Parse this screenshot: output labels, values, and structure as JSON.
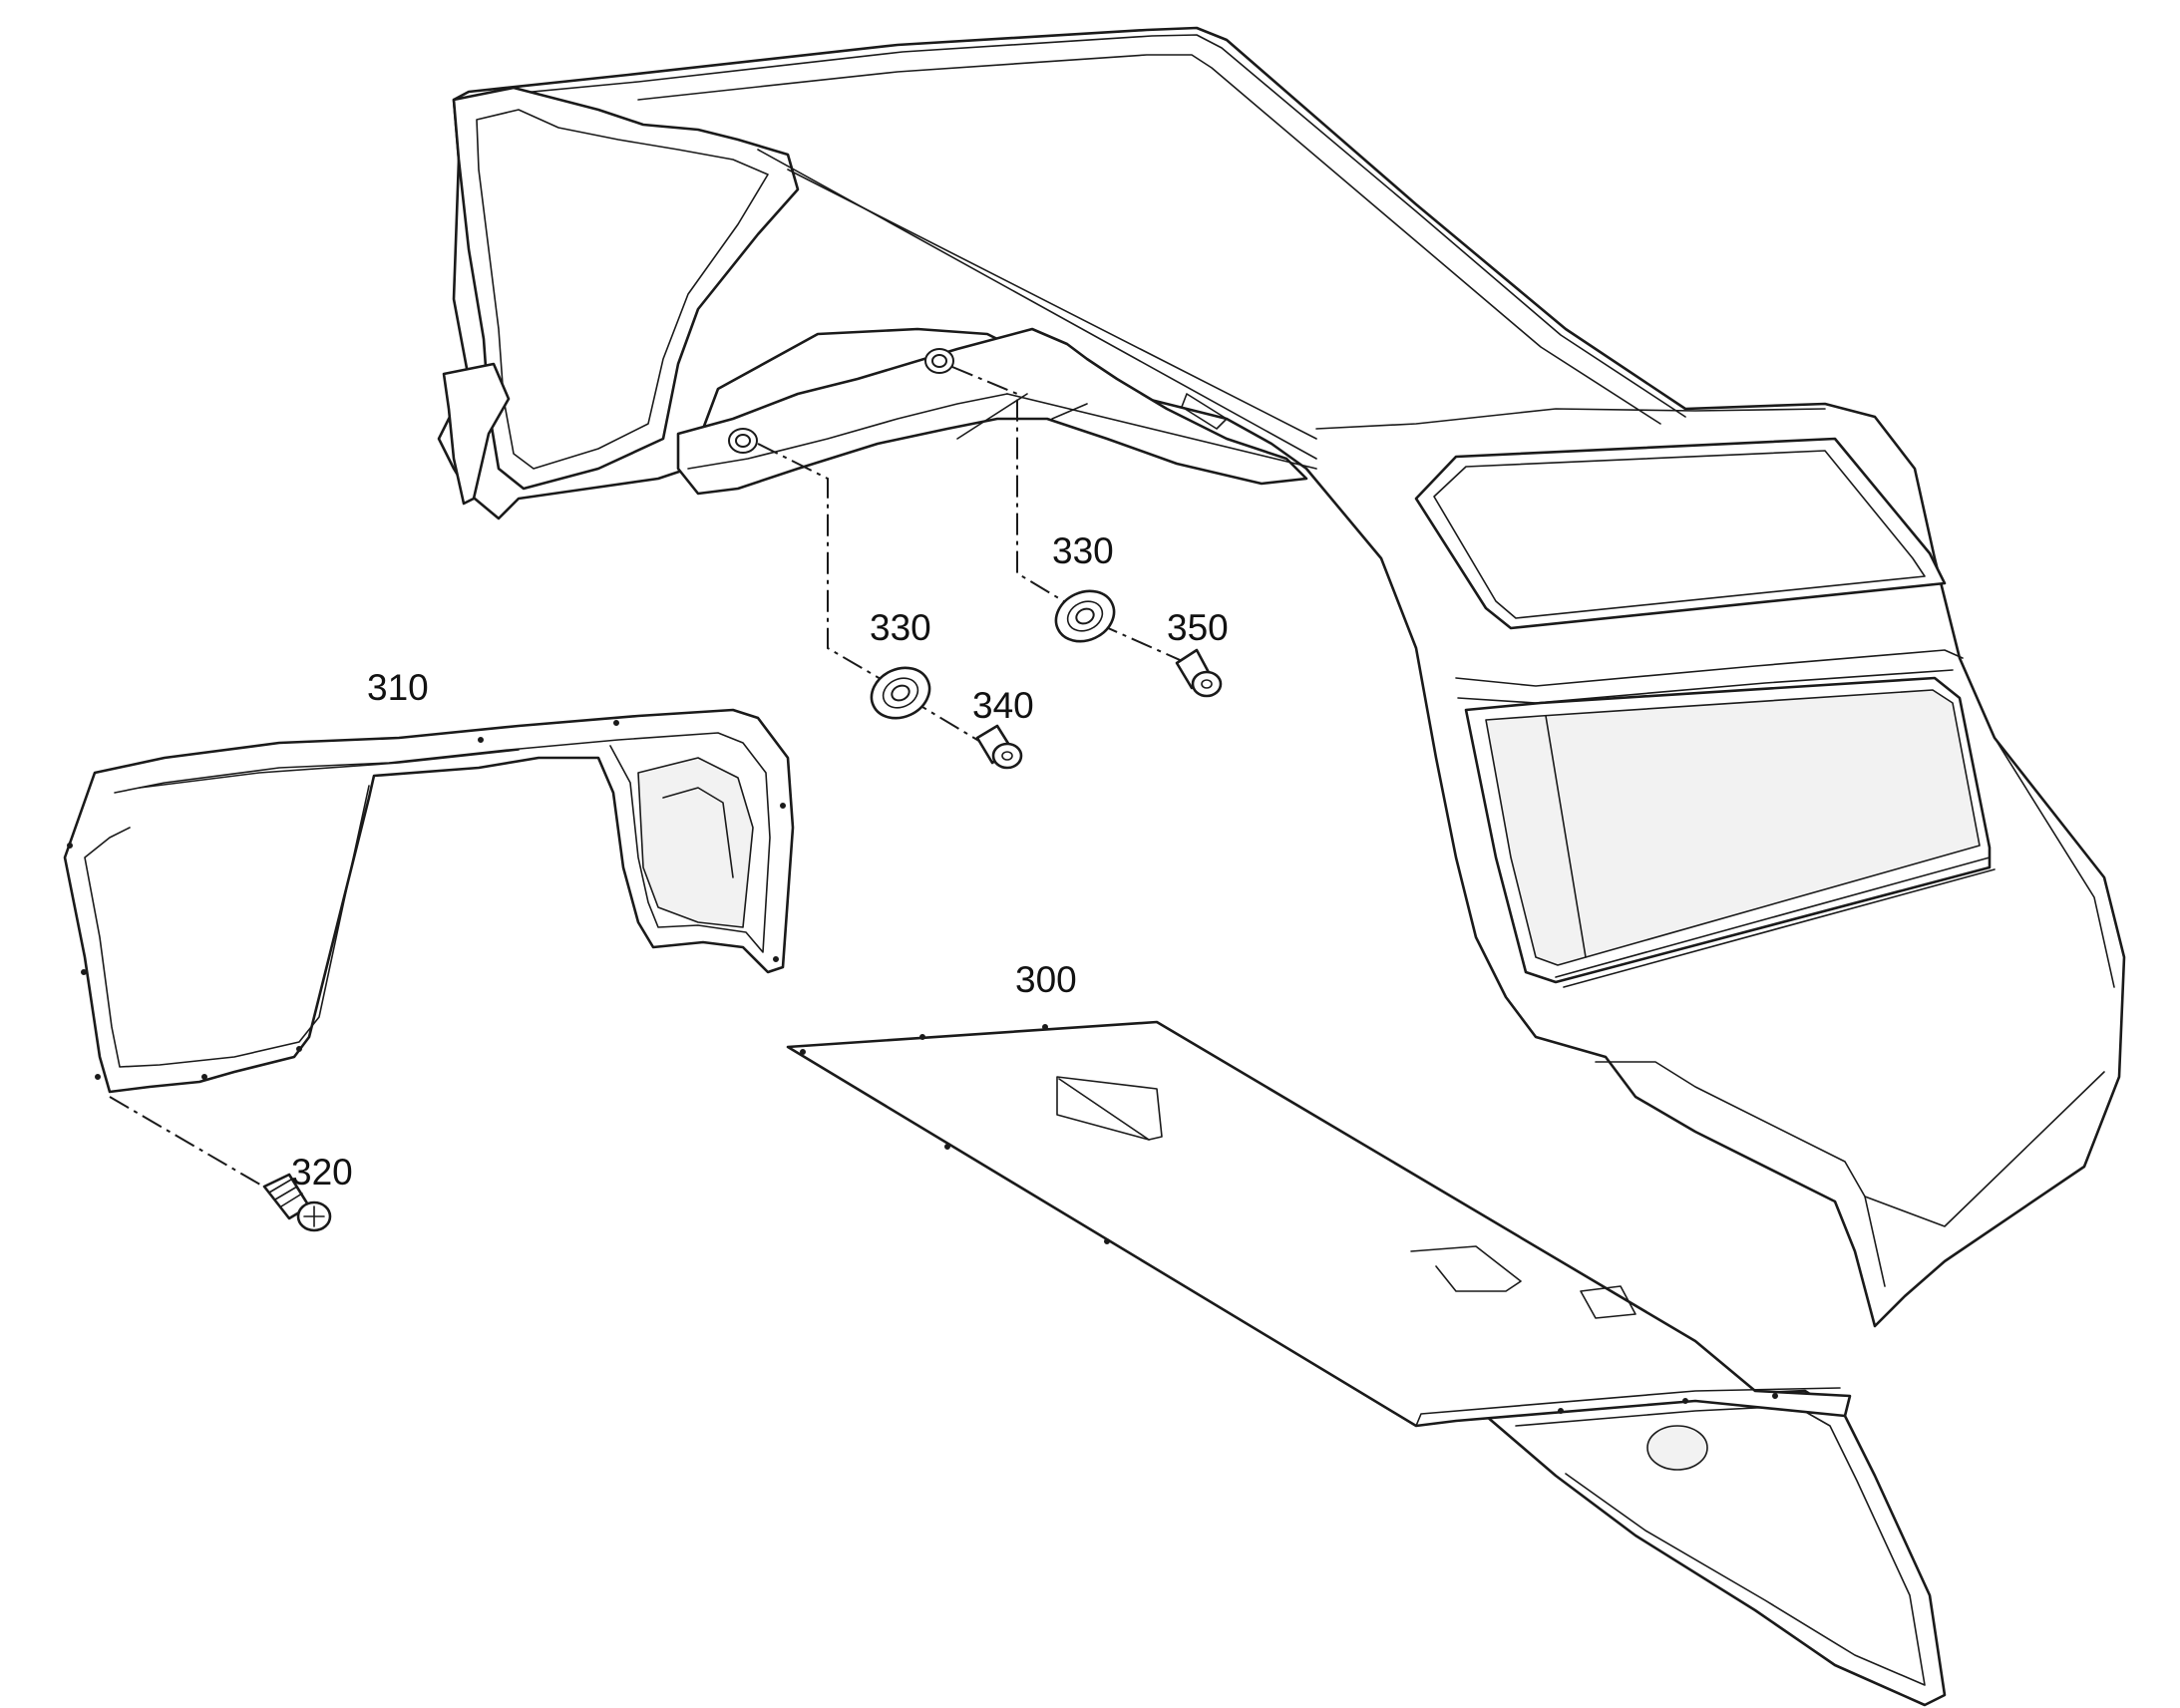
{
  "diagram": {
    "labels": {
      "p300": "300",
      "p310": "310",
      "p320": "320",
      "p330a": "330",
      "p330b": "330",
      "p340": "340",
      "p350": "350"
    },
    "colors": {
      "line": "#1a1a1a",
      "background": "#ffffff"
    }
  }
}
